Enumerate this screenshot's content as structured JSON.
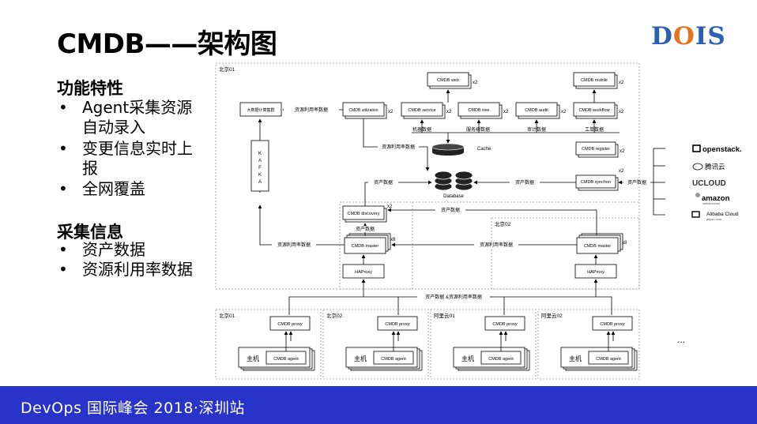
{
  "header": {
    "title": "CMDB——架构图",
    "logo": "DOIS"
  },
  "features": {
    "heading": "功能特性",
    "items": [
      [
        "Agent采集资源",
        "自动录入"
      ],
      [
        "变更信息实时上",
        "报"
      ],
      [
        "全网覆盖"
      ]
    ]
  },
  "collect": {
    "heading": "采集信息",
    "items": [
      "资产数据",
      "资源利用率数据"
    ]
  },
  "diagram": {
    "regions": {
      "bj01_top": "北京01",
      "bj02_mid": "北京02",
      "bj01_bot": "北京01",
      "bj02_bot": "北京02",
      "aliyun01": "阿里云01",
      "aliyun02": "阿里云02"
    },
    "nodes": {
      "web": "CMDB web",
      "mobile": "CMDB mobile",
      "bigdata": "大数据计算集群",
      "utilization": "CMDB utilization",
      "service": "CMDB service",
      "tree": "CMDB tree",
      "audit": "CMDB audit",
      "workflow": "CMDB workflow",
      "register": "CMDB register",
      "synchon": "CMDB synchon",
      "discovery": "CMDB discovery",
      "master1": "CMDB master",
      "master2": "CMDB master",
      "haproxy1": "HAProxy",
      "haproxy2": "HAProxy",
      "proxy": "CMDB proxy",
      "agent": "CMDB agent",
      "host": "主机",
      "cache": "Cache",
      "database": "Database",
      "kafka": "KAFKA"
    },
    "labels": {
      "x2": "x2",
      "x8": "x8",
      "resource_rate": "资源利用率数据",
      "asset": "资产数据",
      "machine_data": "机器数据",
      "service_tree_data": "服务树数据",
      "audit_data": "审计数据",
      "ticket_data": "工单数据",
      "asset_and_rate": "资产数据 &资源利用率数据",
      "ellipsis": "..."
    },
    "clouds": [
      "openstack.",
      "腾讯云",
      "UCLOUD",
      "amazon",
      "webservices",
      "Alibaba Cloud",
      "aliyun.com"
    ]
  },
  "footer": {
    "text": "DevOps 国际峰会 2018·深圳站"
  },
  "colors": {
    "footer_bg": "#2733c9",
    "logo_blue": "#2b5fb0",
    "logo_orange": "#e8731e"
  }
}
